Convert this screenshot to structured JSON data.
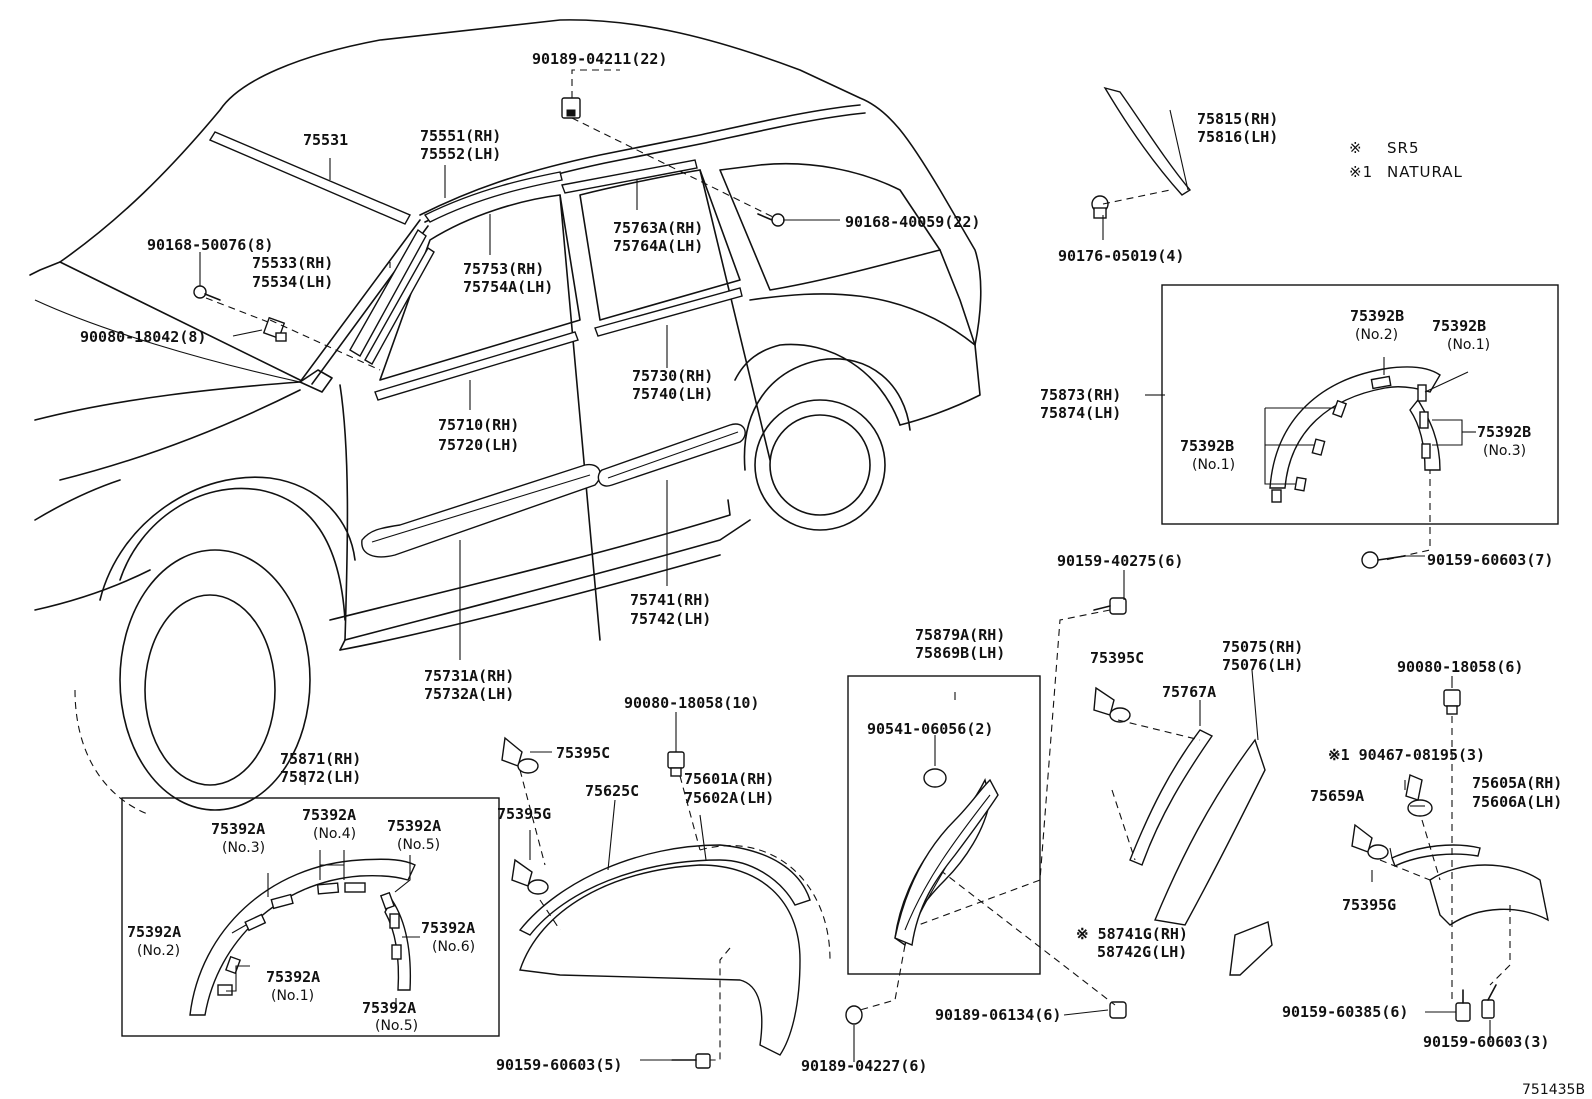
{
  "legend": [
    {
      "mark": "※",
      "text": "SR5"
    },
    {
      "mark": "※1",
      "text": "NATURAL"
    }
  ],
  "diagram_id": "751435B",
  "labels": {
    "p90189_04211": "90189-04211(22)",
    "p75531": "75531",
    "p75551": "75551(RH)",
    "p75552": "75552(LH)",
    "p75815": "75815(RH)",
    "p75816": "75816(LH)",
    "p90168_50076": "90168-50076(8)",
    "p75533": "75533(RH)",
    "p75534": "75534(LH)",
    "p75753": "75753(RH)",
    "p75754a": "75754A(LH)",
    "p75763a": "75763A(RH)",
    "p75764a": "75764A(LH)",
    "p90168_40059": "90168-40059(22)",
    "p90176_05019": "90176-05019(4)",
    "p90080_18042": "90080-18042(8)",
    "p75730": "75730(RH)",
    "p75740": "75740(LH)",
    "p75710": "75710(RH)",
    "p75720": "75720(LH)",
    "p75741": "75741(RH)",
    "p75742": "75742(LH)",
    "p75731a": "75731A(RH)",
    "p75732a": "75732A(LH)",
    "p75873": "75873(RH)",
    "p75874": "75874(LH)",
    "b_75392b_no2_code": "75392B",
    "b_75392b_no2_sub": "(No.2)",
    "b_75392b_no1r_code": "75392B",
    "b_75392b_no1r_sub": "(No.1)",
    "b_75392b_no1l_code": "75392B",
    "b_75392b_no1l_sub": "(No.1)",
    "b_75392b_no3_code": "75392B",
    "b_75392b_no3_sub": "(No.3)",
    "p90159_60603_7": "90159-60603(7)",
    "p90159_40275": "90159-40275(6)",
    "p75879a": "75879A(RH)",
    "p75869b": "75869B(LH)",
    "p75395c_mid": "75395C",
    "p75075": "75075(RH)",
    "p75076": "75076(LH)",
    "p75767a": "75767A",
    "p90080_18058_6": "90080-18058(6)",
    "p90541_06056": "90541-06056(2)",
    "p90467_08195": "※1 90467-08195(3)",
    "p75659a": "75659A",
    "p75605a": "75605A(RH)",
    "p75606a": "75606A(LH)",
    "p75395g_right": "75395G",
    "p58741g": "※ 58741G(RH)",
    "p58742g": "58742G(LH)",
    "p90189_06134": "90189-06134(6)",
    "p90159_60385": "90159-60385(6)",
    "p90159_60603_3": "90159-60603(3)",
    "p90189_04227": "90189-04227(6)",
    "p90159_60603_5": "90159-60603(5)",
    "p90080_18058_10": "90080-18058(10)",
    "p75395c_left": "75395C",
    "p75395g_left": "75395G",
    "p75625c": "75625C",
    "p75601a": "75601A(RH)",
    "p75602a": "75602A(LH)",
    "p75871": "75871(RH)",
    "p75872": "75872(LH)",
    "a_no3_code": "75392A",
    "a_no3_sub": "(No.3)",
    "a_no4_code": "75392A",
    "a_no4_sub": "(No.4)",
    "a_no5t_code": "75392A",
    "a_no5t_sub": "(No.5)",
    "a_no2_code": "75392A",
    "a_no2_sub": "(No.2)",
    "a_no6_code": "75392A",
    "a_no6_sub": "(No.6)",
    "a_no1_code": "75392A",
    "a_no1_sub": "(No.1)",
    "a_no5b_code": "75392A",
    "a_no5b_sub": "(No.5)"
  }
}
